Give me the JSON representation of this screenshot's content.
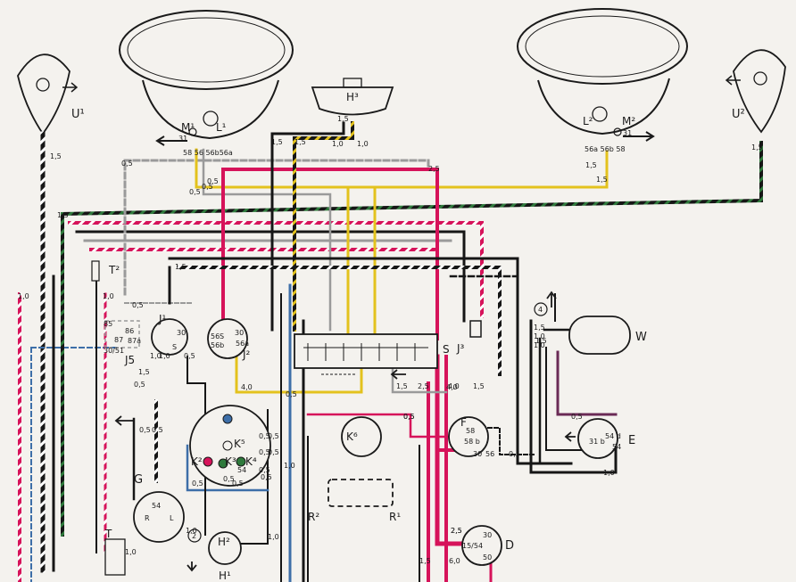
{
  "components": {
    "U1": "U¹",
    "U2": "U²",
    "M1": "M¹",
    "L1": "L¹",
    "L2": "L²",
    "M2": "M²",
    "H3": "H³",
    "T2": "T²",
    "J1": "J¹",
    "J2": "J²",
    "J3": "J³",
    "J5": "J5",
    "S": "S",
    "W": "W",
    "E": "E",
    "F": "F",
    "G": "G",
    "K2": "K²",
    "K3": "K³",
    "K4": "K⁴",
    "K5": "K⁵",
    "K6": "K⁶",
    "R1": "R¹",
    "R2": "R²",
    "H1": "H¹",
    "H2": "H²",
    "D": "D",
    "T": "T"
  },
  "pins": {
    "M1_31": "31",
    "M1_row": "58 56 56b56a",
    "M2_31": "31",
    "M2_row": "56a 56b 58",
    "J2_row1": "56",
    "J2_row2": "30",
    "J2_56a": "56a",
    "J2_s": "S",
    "J2_56b": "56b",
    "J1_30": "30",
    "J1_s": "S",
    "J5_a": "86",
    "J5_b": "87",
    "J5_c": "87a",
    "J5_d": "30/51",
    "J5_e": "85",
    "F_58": "58",
    "F_58b": "58 b",
    "F_30": "30",
    "F_56": "56",
    "E_31": "31 b",
    "E_54d": "54 d",
    "E_54": "54",
    "D_30": "30",
    "D_1554": "15/54",
    "D_50": "50",
    "G_54": "54",
    "G_R": "R",
    "G_L": "L",
    "K3_54": "54",
    "circle2": "2",
    "circle4": "4"
  },
  "gauges": [
    "1,5",
    "1,5",
    "1,0",
    "1,0",
    "1,5",
    "1,5",
    "0,5",
    "0,5",
    "0,5",
    "2,5",
    "1,5",
    "1,5",
    "1,5",
    "1,0",
    "1,0",
    "1,5",
    "1,5",
    "0,5",
    "0,5",
    "1,0",
    "1,5",
    "1,0",
    "0,5",
    "0,5",
    "0,5",
    "0,5",
    "4,0",
    "4,0",
    "0,5",
    "0,5",
    "1,5",
    "2,5",
    "4,0",
    "1,5",
    "0,5",
    "0,5",
    "0,5",
    "0,5",
    "0,5",
    "1,5",
    "1,0",
    "1,0",
    "0,5",
    "1,0",
    "1,0",
    "1,0",
    "2,5",
    "0,5",
    "0,5",
    "0,5",
    "0,5",
    "1,0",
    "1,0",
    "0,5",
    "1,5",
    "6,0",
    "2,5",
    "1,5",
    "0,5"
  ],
  "colors": {
    "black": "#161616",
    "red": "#d6135a",
    "yellow": "#e3c21d",
    "green": "#2f7a3c",
    "blue": "#3d6ea8",
    "grey": "#9a9a9a",
    "white_wire": "#ffffff",
    "paper": "#f4f2ee",
    "ink": "#1a1a1a"
  }
}
